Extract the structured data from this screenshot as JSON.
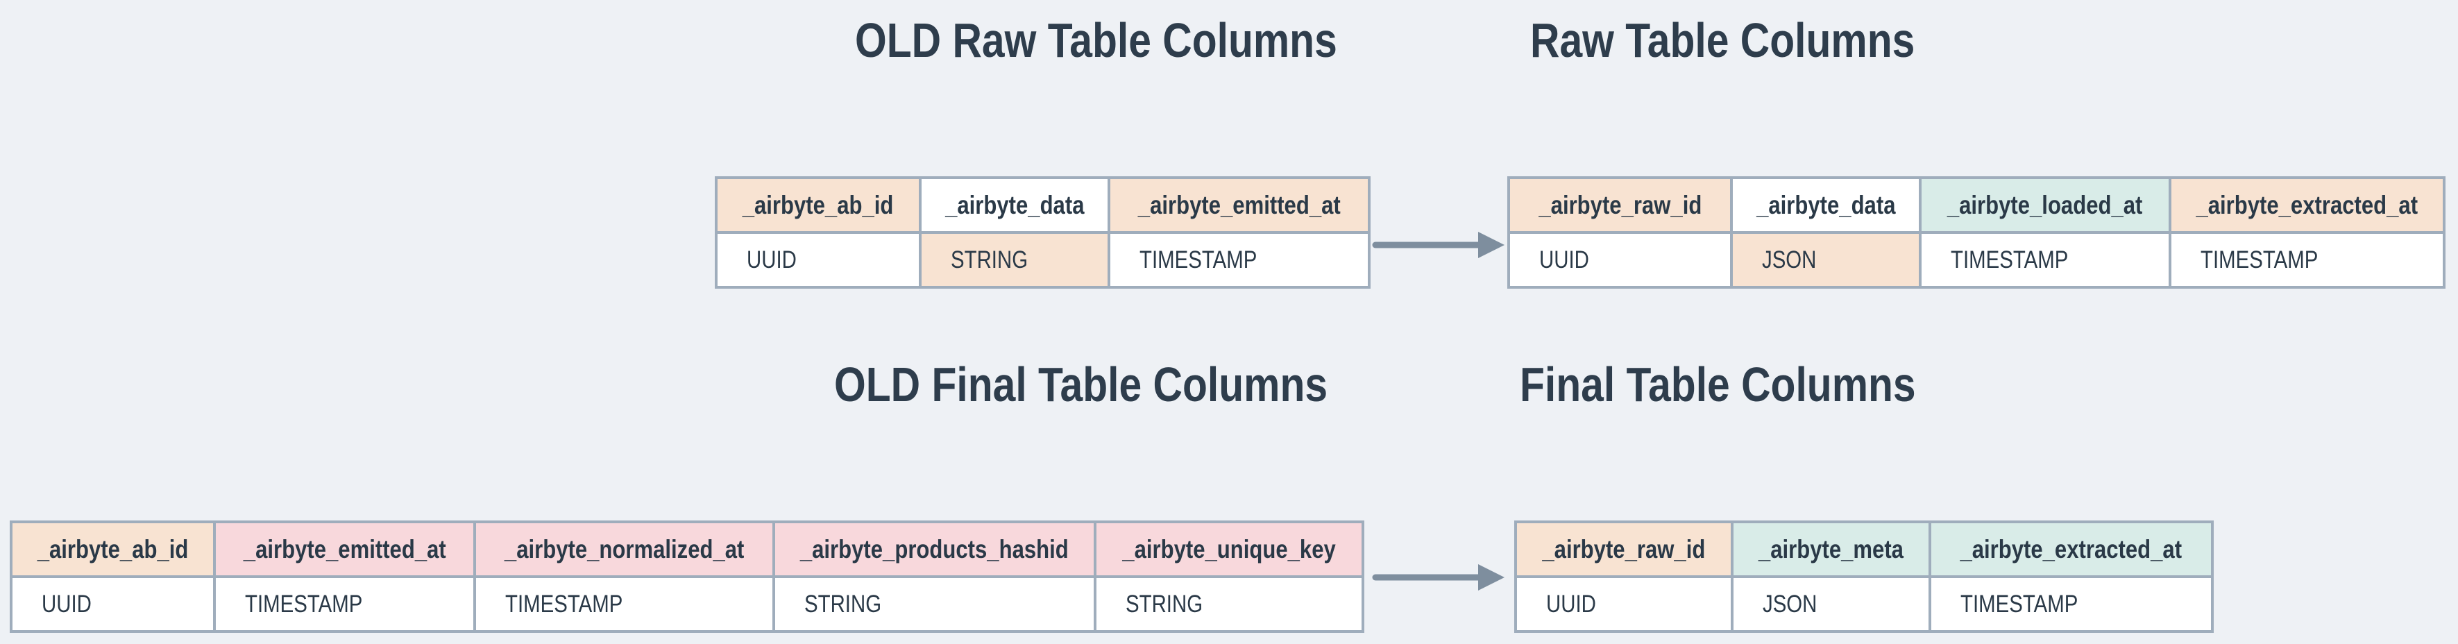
{
  "titles": {
    "old_raw": "OLD Raw Table Columns",
    "raw": "Raw Table Columns",
    "old_final": "OLD Final Table Columns",
    "final": "Final Table Columns"
  },
  "colors": {
    "background": "#eef1f5",
    "peach": "#f8e3d2",
    "pink": "#f8d8dc",
    "mint": "#d9ece8",
    "white": "#ffffff",
    "border": "#9fadbc",
    "text": "#2a3947",
    "title": "#2e3d4c",
    "arrow": "#7e8e9e"
  },
  "tables": [
    {
      "name": "old-raw-table",
      "headers": [
        {
          "label": "_airbyte_ab_id",
          "bg": "peach"
        },
        {
          "label": "_airbyte_data",
          "bg": "white"
        },
        {
          "label": "_airbyte_emitted_at",
          "bg": "peach"
        }
      ],
      "types": [
        {
          "label": "UUID",
          "bg": "white"
        },
        {
          "label": "STRING",
          "bg": "peach"
        },
        {
          "label": "TIMESTAMP",
          "bg": "white"
        }
      ]
    },
    {
      "name": "raw-table",
      "headers": [
        {
          "label": "_airbyte_raw_id",
          "bg": "peach"
        },
        {
          "label": "_airbyte_data",
          "bg": "white"
        },
        {
          "label": "_airbyte_loaded_at",
          "bg": "mint"
        },
        {
          "label": "_airbyte_extracted_at",
          "bg": "peach"
        }
      ],
      "types": [
        {
          "label": "UUID",
          "bg": "white"
        },
        {
          "label": "JSON",
          "bg": "peach"
        },
        {
          "label": "TIMESTAMP",
          "bg": "white"
        },
        {
          "label": "TIMESTAMP",
          "bg": "white"
        }
      ]
    },
    {
      "name": "old-final-table",
      "headers": [
        {
          "label": "_airbyte_ab_id",
          "bg": "peach"
        },
        {
          "label": "_airbyte_emitted_at",
          "bg": "pink"
        },
        {
          "label": "_airbyte_normalized_at",
          "bg": "pink"
        },
        {
          "label": "_airbyte_products_hashid",
          "bg": "pink"
        },
        {
          "label": "_airbyte_unique_key",
          "bg": "pink"
        }
      ],
      "types": [
        {
          "label": "UUID",
          "bg": "white"
        },
        {
          "label": "TIMESTAMP",
          "bg": "white"
        },
        {
          "label": "TIMESTAMP",
          "bg": "white"
        },
        {
          "label": "STRING",
          "bg": "white"
        },
        {
          "label": "STRING",
          "bg": "white"
        }
      ]
    },
    {
      "name": "final-table",
      "headers": [
        {
          "label": "_airbyte_raw_id",
          "bg": "peach"
        },
        {
          "label": "_airbyte_meta",
          "bg": "mint"
        },
        {
          "label": "_airbyte_extracted_at",
          "bg": "mint"
        }
      ],
      "types": [
        {
          "label": "UUID",
          "bg": "white"
        },
        {
          "label": "JSON",
          "bg": "white"
        },
        {
          "label": "TIMESTAMP",
          "bg": "white"
        }
      ]
    }
  ],
  "arrows": [
    {
      "name": "raw-table-migration-arrow",
      "direction": "right"
    },
    {
      "name": "final-table-migration-arrow",
      "direction": "right"
    }
  ]
}
